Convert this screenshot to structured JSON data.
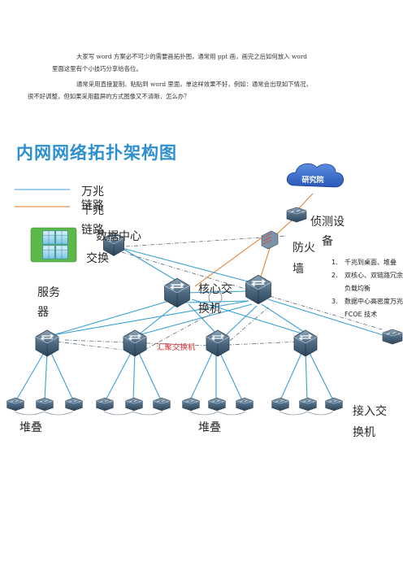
{
  "intro": {
    "p1_a": "大家写 word 方案必不可少的需要画拓扑图，通常用 ppt 画，画完之后如何放入 word",
    "p1_b": "里面这里有个小技巧分享给各位。",
    "p2_a": "通常采用直接复制、粘贴到 word 里面，单这样效果不好，例如：通常会出现如下情况，",
    "p2_b": "很不好调整，但如果采用截屏的方式图像又不清晰．怎么办？"
  },
  "diagram": {
    "title": "内网网络拓扑架构图",
    "legend_10g": "万兆",
    "legend_10g_2": "链路",
    "legend_1g": "千兆",
    "legend_1g_2": "链路",
    "dc_label_1": "数据中心",
    "dc_label_2": "交换",
    "server_label_1": "服务",
    "server_label_2": "器",
    "core_label_1": "核心交",
    "core_label_2": "换机",
    "firewall_label_1": "防火",
    "firewall_label_2": "墙",
    "ids_label_1": "侦测设",
    "ids_label_2": "备",
    "cloud_label": "研究院",
    "aggregation_label": "汇聚交换机",
    "stack_label_left": "堆叠",
    "stack_label_mid": "堆叠",
    "access_label_1": "接入交",
    "access_label_2": "换机",
    "notes": [
      {
        "num": "1.",
        "text": "千兆到桌面、堆叠"
      },
      {
        "num": "2.",
        "text": "双核心、双链路冗余"
      },
      {
        "num": "",
        "text": "负载均衡"
      },
      {
        "num": "3.",
        "text": "数据中心高密度万兆"
      },
      {
        "num": "",
        "text": "FCOE 技术"
      }
    ]
  },
  "colors": {
    "link_10g": "#3aa0d8",
    "link_1g": "#e07b26",
    "title": "#2e8fd0",
    "aggregation_label": "#e03030",
    "server_green": "#5db84a"
  }
}
